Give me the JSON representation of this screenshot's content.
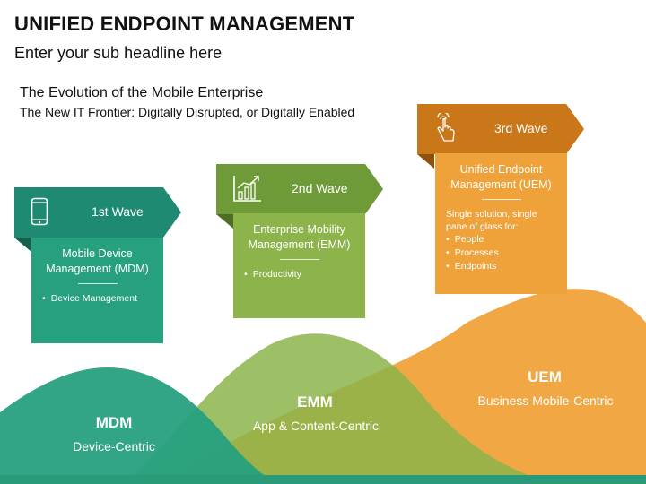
{
  "slide": {
    "title": "UNIFIED ENDPOINT MANAGEMENT",
    "subheadline": "Enter your sub headline here",
    "evolution_title": "The Evolution of the Mobile Enterprise",
    "evolution_subtitle": "The New IT Frontier: Digitally Disrupted, or Digitally Enabled"
  },
  "colors": {
    "teal_dark": "#1e8a72",
    "teal": "#27a07f",
    "green_dark": "#6e9a38",
    "green": "#8cb44a",
    "orange_dark": "#c97718",
    "orange": "#f0a23a"
  },
  "stages": [
    {
      "banner_label": "1st Wave",
      "icon": "smartphone-icon",
      "name": "Mobile Device Management (MDM)",
      "bullets": [
        "Device Management"
      ]
    },
    {
      "banner_label": "2nd Wave",
      "icon": "growth-chart-icon",
      "name": "Enterprise Mobility Management (EMM)",
      "bullets": [
        "Productivity"
      ]
    },
    {
      "banner_label": "3rd Wave",
      "icon": "touch-hand-icon",
      "name": "Unified Endpoint Management (UEM)",
      "intro": "Single solution, single pane of glass for:",
      "bullets": [
        "People",
        "Processes",
        "Endpoints"
      ]
    }
  ],
  "waves": [
    {
      "title": "MDM",
      "subtitle": "Device-Centric"
    },
    {
      "title": "EMM",
      "subtitle": "App & Content-Centric"
    },
    {
      "title": "UEM",
      "subtitle": "Business Mobile-Centric"
    }
  ]
}
